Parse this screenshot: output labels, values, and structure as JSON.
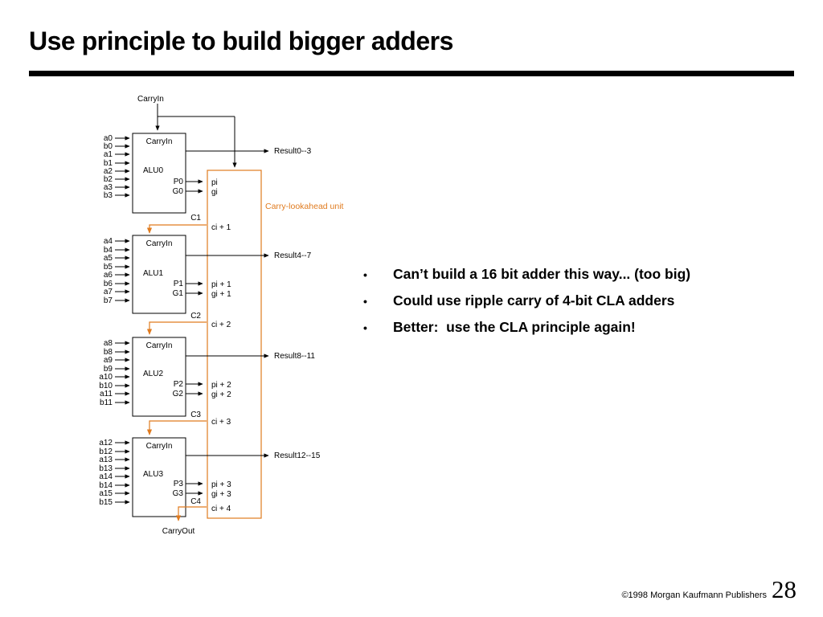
{
  "slide": {
    "title": "Use principle to build bigger adders",
    "footer": {
      "copyright": "©1998 Morgan Kaufmann Publishers",
      "page_number": "28"
    }
  },
  "bullets": [
    "Can’t build a 16 bit adder this way... (too big)",
    "Could use ripple carry of 4-bit CLA adders",
    "Better:  use the CLA principle again!"
  ],
  "colors": {
    "accent": "#E07B1F",
    "ink": "#000000",
    "background": "#FFFFFF"
  },
  "diagram": {
    "top_carry_label": "CarryIn",
    "carry_out_label": "CarryOut",
    "cla": {
      "label": "Carry-lookahead unit",
      "pg_inputs": [
        [
          "pi",
          "gi"
        ],
        [
          "pi + 1",
          "gi + 1"
        ],
        [
          "pi + 2",
          "gi + 2"
        ],
        [
          "pi + 3",
          "gi + 3"
        ]
      ],
      "carry_outputs": [
        "ci + 1",
        "ci + 2",
        "ci + 3",
        "ci + 4"
      ]
    },
    "carry_wires": [
      "C1",
      "C2",
      "C3",
      "C4"
    ],
    "alus": [
      {
        "name": "ALU0",
        "carry_in": "CarryIn",
        "p": "P0",
        "g": "G0",
        "result": "Result0--3",
        "inputs": [
          "a0",
          "b0",
          "a1",
          "b1",
          "a2",
          "b2",
          "a3",
          "b3"
        ]
      },
      {
        "name": "ALU1",
        "carry_in": "CarryIn",
        "p": "P1",
        "g": "G1",
        "result": "Result4--7",
        "inputs": [
          "a4",
          "b4",
          "a5",
          "b5",
          "a6",
          "b6",
          "a7",
          "b7"
        ]
      },
      {
        "name": "ALU2",
        "carry_in": "CarryIn",
        "p": "P2",
        "g": "G2",
        "result": "Result8--11",
        "inputs": [
          "a8",
          "b8",
          "a9",
          "b9",
          "a10",
          "b10",
          "a11",
          "b11"
        ]
      },
      {
        "name": "ALU3",
        "carry_in": "CarryIn",
        "p": "P3",
        "g": "G3",
        "result": "Result12--15",
        "inputs": [
          "a12",
          "b12",
          "a13",
          "b13",
          "a14",
          "b14",
          "a15",
          "b15"
        ]
      }
    ]
  }
}
